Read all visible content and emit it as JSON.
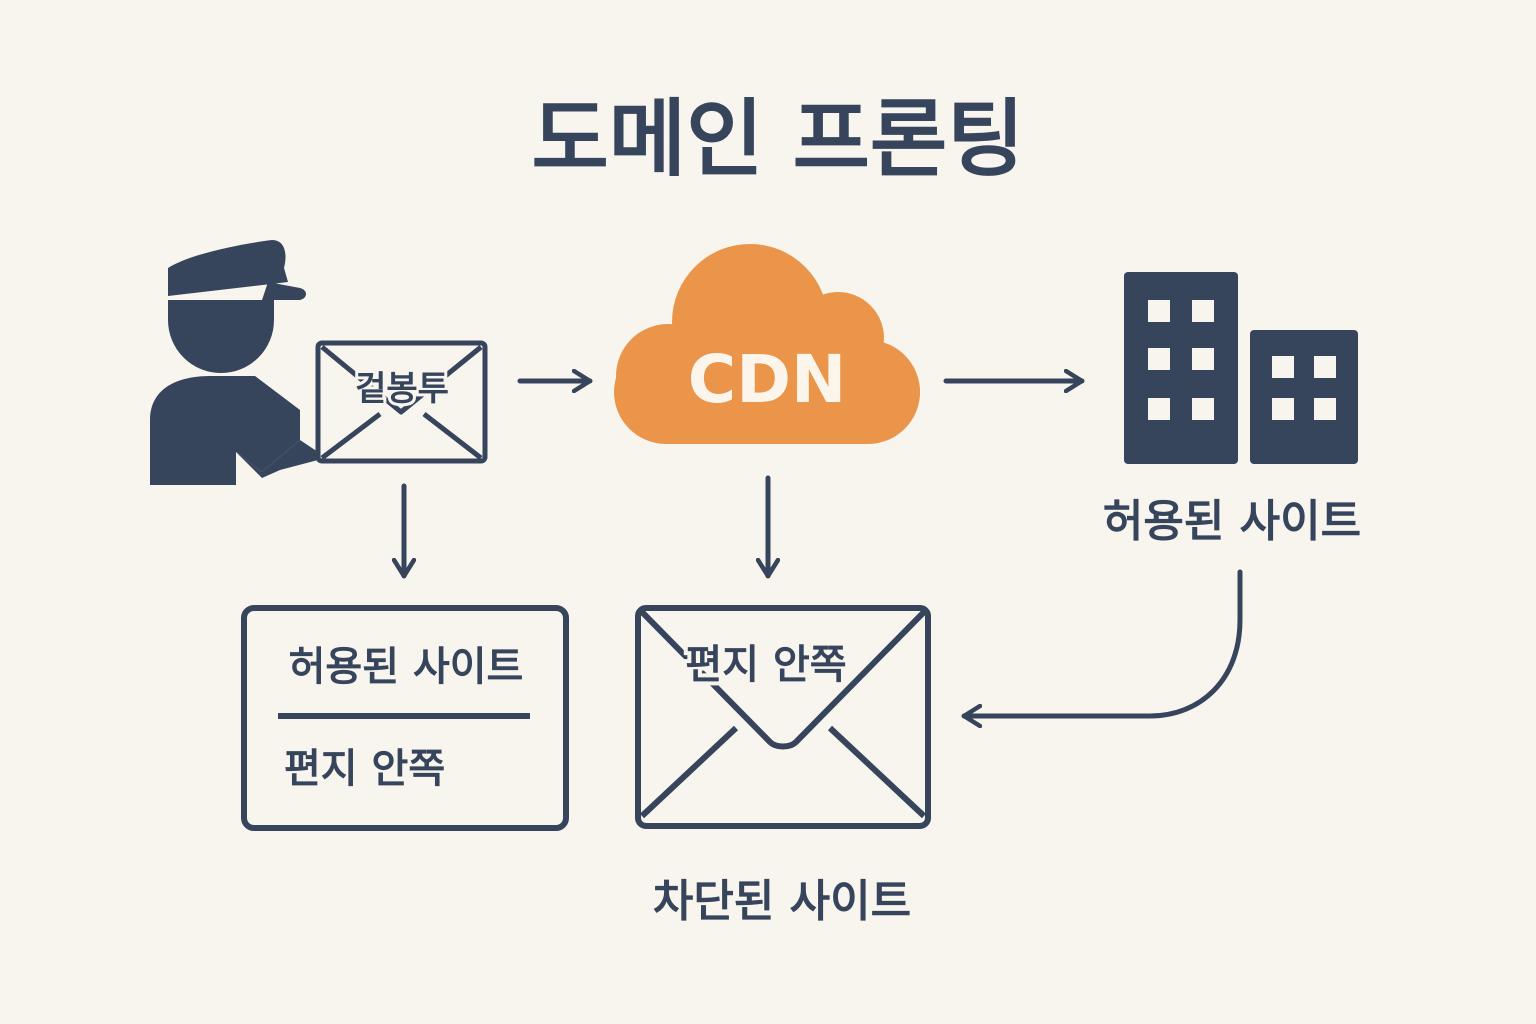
{
  "title": "도메인 프론팅",
  "outer_envelope_label": "겉봉투",
  "cdn_label": "CDN",
  "allowed_site_label": "허용된 사이트",
  "card": {
    "line1": "허용된 사이트",
    "line2": "편지 안쪽"
  },
  "inner_letter_label": "편지 안쪽",
  "blocked_site_label": "차단된 사이트",
  "colors": {
    "background": "#f8f4ee",
    "ink": "#36455c",
    "cdn_orange": "#eb954b",
    "cdn_text": "#fbf5ec"
  },
  "icons": [
    "person-with-cap-icon",
    "envelope-icon",
    "cloud-icon",
    "building-icon",
    "arrow-icon"
  ]
}
